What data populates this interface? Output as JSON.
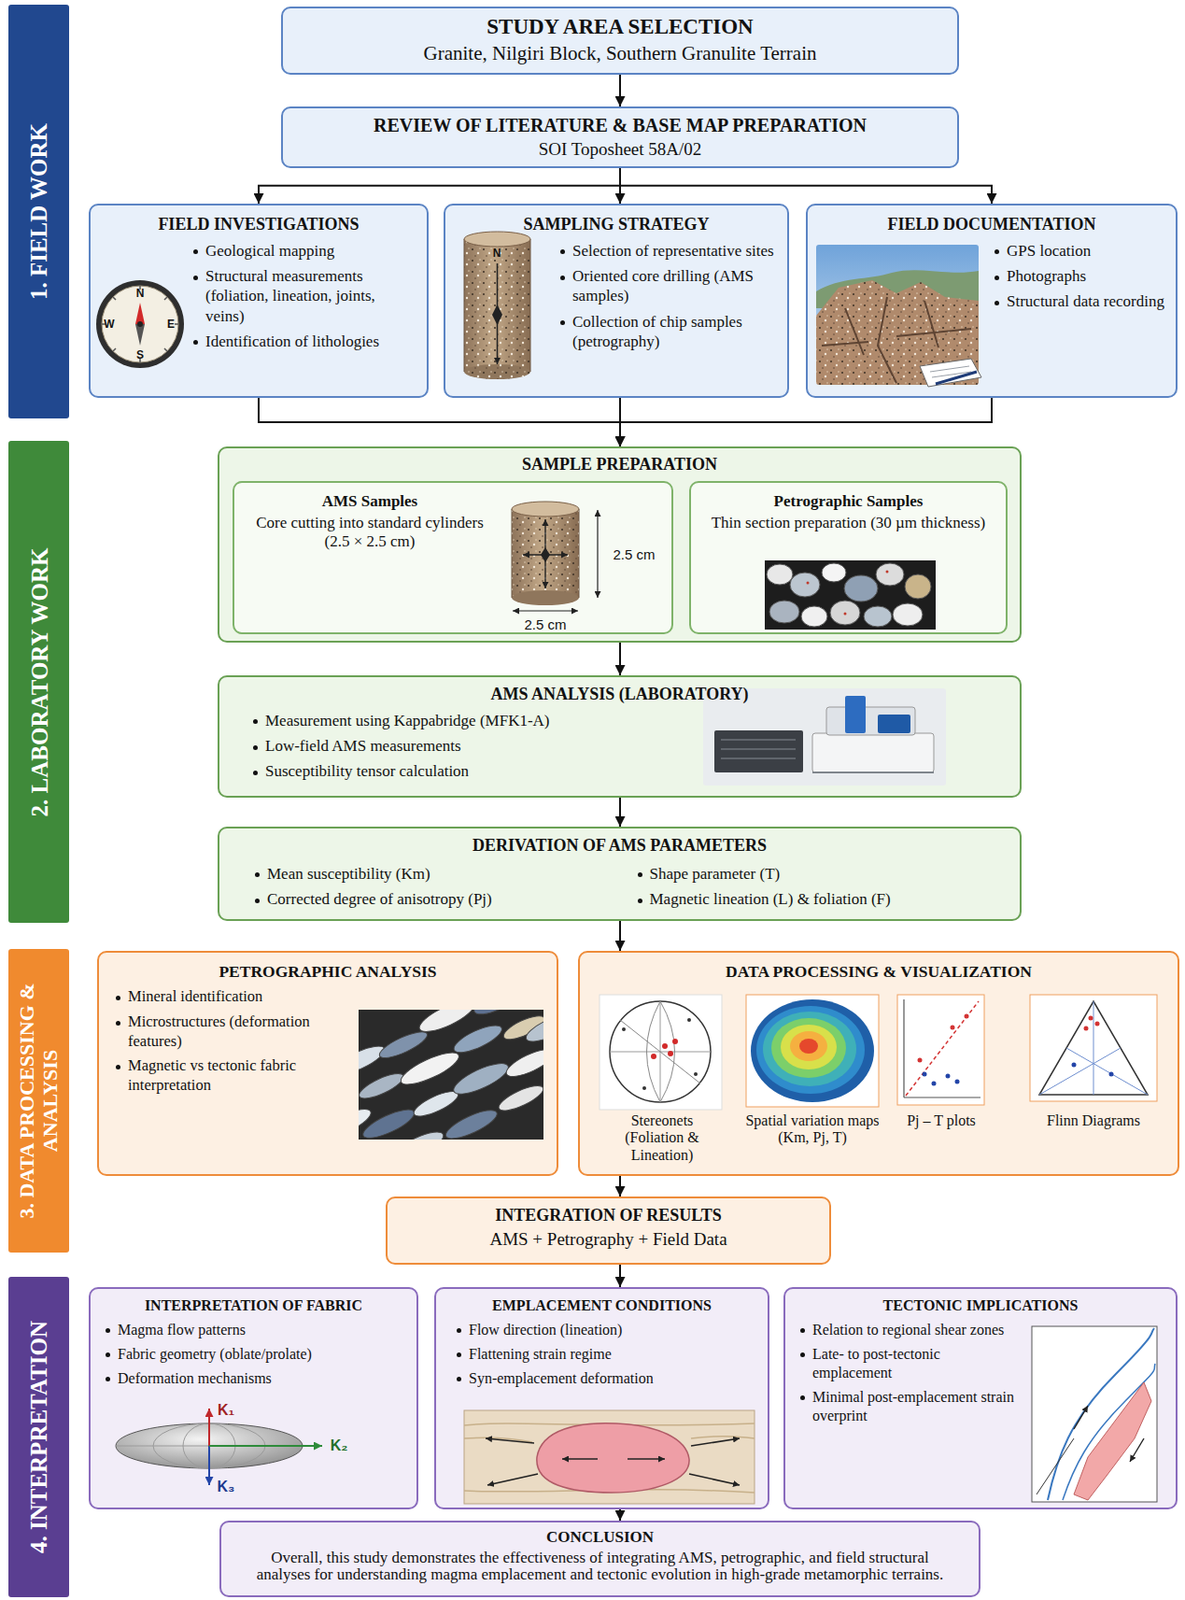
{
  "diagram": {
    "nodes": [
      {
        "text": [
          "1. FIELD WORK"
        ]
      },
      {
        "text": [
          "STUDY AREA SELECTION",
          "Granite, Nilgiri Block, Southern Granulite Terrain"
        ]
      },
      {
        "text": [
          "REVIEW OF LITERATURE & BASE MAP PREPARATION",
          "SOI Toposheet 58A/02"
        ]
      },
      {
        "text": [
          "FIELD INVESTIGATIONS",
          "Geological mapping",
          "Structural measurements (foliation, lineation, joints, veins)",
          "Identification of lithologies"
        ]
      },
      {
        "text": [
          "SAMPLING STRATEGY",
          "Selection of representative sites",
          "Oriented core drilling (AMS samples)",
          "Collection of chip samples (petrography)"
        ]
      },
      {
        "text": [
          "FIELD DOCUMENTATION",
          "GPS location",
          "Photographs",
          "Structural data recording"
        ]
      },
      {
        "text": [
          "2. LABORATORY WORK"
        ]
      },
      {
        "text": [
          "SAMPLE PREPARATION"
        ]
      },
      {
        "text": [
          "AMS Samples",
          "Core cutting into standard cylinders (2.5 × 2.5 cm)"
        ],
        "in": 7
      },
      {
        "text": [
          "Petrographic Samples",
          "Thin section preparation (30 µm thickness)"
        ],
        "in": 7
      },
      {
        "text": [
          "AMS ANALYSIS (LABORATORY)",
          "Measurement using Kappabridge (MFK1-A)",
          "Low-field AMS measurements",
          "Susceptibility tensor calculation"
        ]
      },
      {
        "text": [
          "DERIVATION OF AMS PARAMETERS",
          "Mean susceptibility (Km)",
          "Corrected degree of anisotropy (Pj)",
          "Shape parameter (T)",
          "Magnetic lineation (L) & foliation (F)"
        ]
      },
      {
        "text": [
          "3. DATA PROCESSING & ANALYSIS"
        ]
      },
      {
        "text": [
          "PETROGRAPHIC ANALYSIS",
          "Mineral identification",
          "Microstructures (deformation features)",
          "Magnetic vs tectonic fabric interpretation"
        ]
      },
      {
        "text": [
          "DATA PROCESSING & VISUALIZATION",
          "Stereonets (Foliation & Lineation)",
          "Spatial variation maps (Km, Pj, T)",
          "Pj – T plots",
          "Flinn Diagrams"
        ]
      },
      {
        "text": [
          "INTEGRATION OF RESULTS",
          "AMS + Petrography + Field Data"
        ]
      },
      {
        "text": [
          "4. INTERPRETATION"
        ]
      },
      {
        "text": [
          "INTERPRETATION OF FABRIC",
          "Magma flow patterns",
          "Fabric geometry (oblate/prolate)",
          "Deformation mechanisms"
        ]
      },
      {
        "text": [
          "EMPLACEMENT CONDITIONS",
          "Flow direction (lineation)",
          "Flattening strain regime",
          "Syn-emplacement deformation"
        ]
      },
      {
        "text": [
          "TECTONIC IMPLICATIONS",
          "Relation to regional shear zones",
          "Late- to post-tectonic emplacement",
          "Minimal post-emplacement strain overprint"
        ]
      },
      {
        "text": [
          "CONCLUSION",
          "Overall, this study demonstrates the effectiveness of integrating AMS, petrographic, and field structural analyses for understanding magma emplacement and tectonic evolution in high-grade metamorphic terrains."
        ]
      }
    ],
    "edges": [
      {
        "from": 1,
        "to": 2,
        "arrow": "to"
      },
      {
        "from": 2,
        "to": 3,
        "arrow": "to"
      },
      {
        "from": 2,
        "to": 4,
        "arrow": "to"
      },
      {
        "from": 2,
        "to": 5,
        "arrow": "to"
      },
      {
        "from": 3,
        "to": 7,
        "arrow": "to"
      },
      {
        "from": 4,
        "to": 7,
        "arrow": "to"
      },
      {
        "from": 5,
        "to": 7,
        "arrow": "to"
      },
      {
        "from": 7,
        "to": 10,
        "arrow": "to"
      },
      {
        "from": 10,
        "to": 11,
        "arrow": "to"
      },
      {
        "from": 11,
        "to": 14,
        "arrow": "to"
      },
      {
        "from": 14,
        "to": 15,
        "arrow": "to"
      },
      {
        "from": 15,
        "to": 18,
        "arrow": "to"
      },
      {
        "from": 18,
        "to": 20,
        "arrow": "to"
      }
    ],
    "labels": [
      "N",
      "E",
      "S",
      "W",
      "N",
      "2.5 cm",
      "2.5 cm",
      "K₁",
      "K₂",
      "K₃"
    ]
  }
}
